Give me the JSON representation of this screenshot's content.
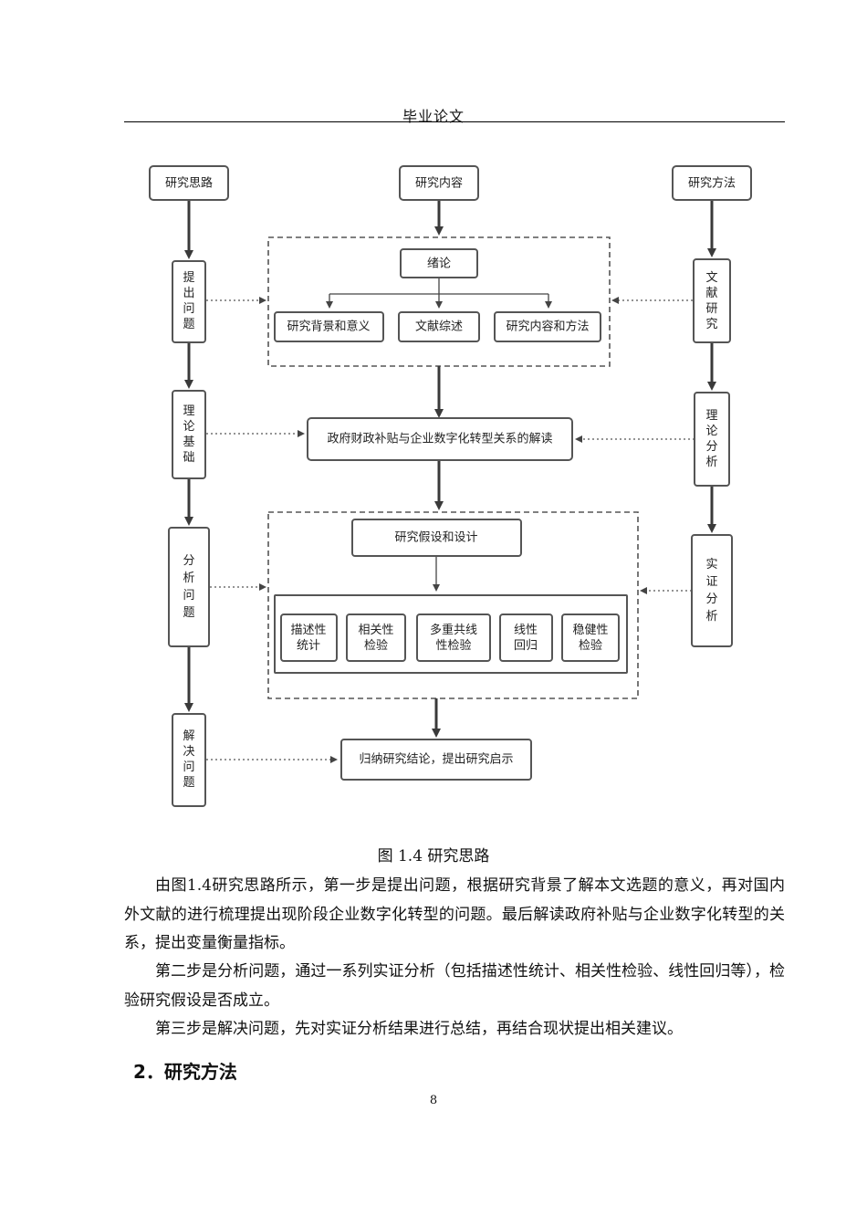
{
  "header": {
    "title": "毕业论文"
  },
  "diagram": {
    "col_left": {
      "title": "研究思路",
      "steps": [
        "提\n出\n问\n题",
        "理\n论\n基\n础",
        "分\n析\n问\n题",
        "解\n决\n问\n题"
      ]
    },
    "col_mid": {
      "title": "研究内容",
      "intro": "绪论",
      "intro_children": [
        "研究背景和意义",
        "文献综述",
        "研究内容和方法"
      ],
      "policy": "政府财政补贴与企业数字化转型关系的解读",
      "hypo": "研究假设和设计",
      "tests": [
        "描述性\n统计",
        "相关性\n检验",
        "多重共线\n性检验",
        "线性\n回归",
        "稳健性\n检验"
      ],
      "conclusion": "归纳研究结论，提出研究启示"
    },
    "col_right": {
      "title": "研究方法",
      "steps": [
        "文\n献\n研\n究",
        "理\n论\n分\n析",
        "实\n证\n分\n析"
      ]
    }
  },
  "figure": {
    "caption": "图 1.4 研究思路"
  },
  "paragraphs": [
    "由图1.4研究思路所示，第一步是提出问题，根据研究背景了解本文选题的意义，再对国内外文献的进行梳理提出现阶段企业数字化转型的问题。最后解读政府补贴与企业数字化转型的关系，提出变量衡量指标。",
    "第二步是分析问题，通过一系列实证分析（包括描述性统计、相关性检验、线性回归等），检验研究假设是否成立。",
    "第三步是解决问题，先对实证分析结果进行总结，再结合现状提出相关建议。"
  ],
  "section": {
    "heading": "2．研究方法"
  },
  "page": {
    "number": "8"
  }
}
